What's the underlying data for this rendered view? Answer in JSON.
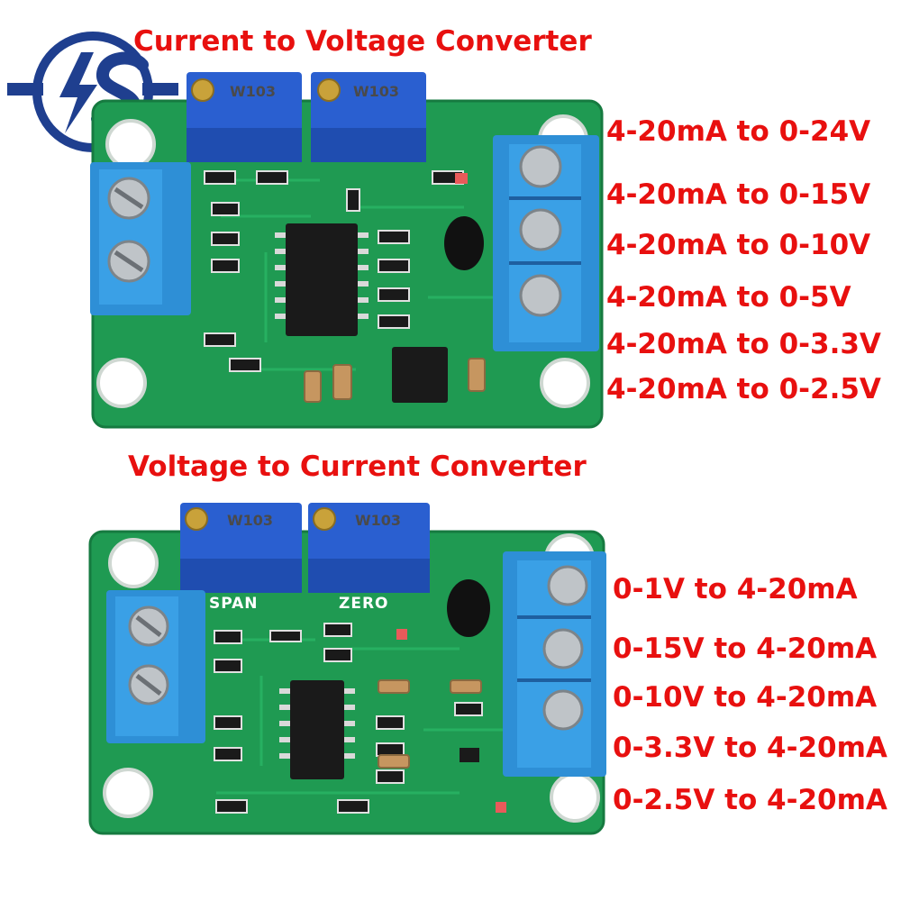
{
  "colors": {
    "accent_red": "#e8100f",
    "logo_blue": "#1f3f8f",
    "pcb_green": "#1f9a52",
    "terminal_blue": "#2e8fd6",
    "pot_blue": "#2a5fd0"
  },
  "logo": {
    "icon": "lightning-s-logo-icon"
  },
  "top_board": {
    "title": "Current to Voltage Converter",
    "specs": [
      "4-20mA to 0-24V",
      "4-20mA to 0-15V",
      "4-20mA to 0-10V",
      "4-20mA to 0-5V",
      "4-20mA to 0-3.3V",
      "4-20mA to 0-2.5V"
    ],
    "pot_labels": [
      "W103",
      "W103"
    ]
  },
  "bottom_board": {
    "title": "Voltage to Current Converter",
    "specs": [
      "0-1V to 4-20mA",
      "0-15V to 4-20mA",
      "0-10V to 4-20mA",
      "0-3.3V to 4-20mA",
      "0-2.5V to 4-20mA"
    ],
    "pot_labels": [
      "W103",
      "W103"
    ],
    "silkscreen": [
      "SPAN",
      "ZERO"
    ]
  }
}
